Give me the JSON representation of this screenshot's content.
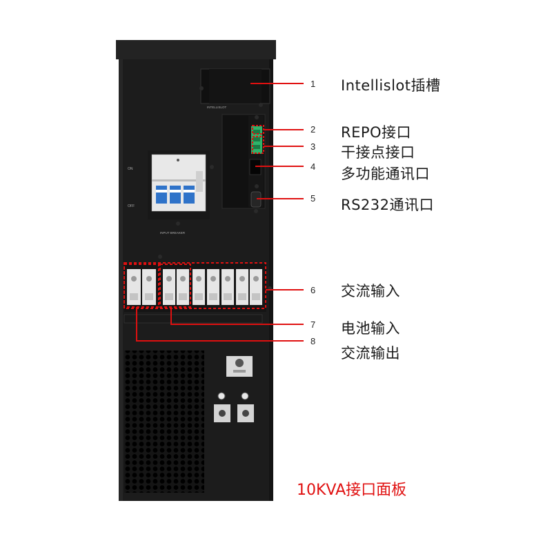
{
  "callouts": [
    {
      "num": "1",
      "label": "Intellislot插槽"
    },
    {
      "num": "2",
      "label": "REPO接口"
    },
    {
      "num": "3",
      "label": "干接点接口"
    },
    {
      "num": "4",
      "label": "多功能通讯口"
    },
    {
      "num": "5",
      "label": "RS232通讯口"
    },
    {
      "num": "6",
      "label": "交流输入"
    },
    {
      "num": "7",
      "label": "电池输入"
    },
    {
      "num": "8",
      "label": "交流输出"
    }
  ],
  "panel_text": {
    "intellislot": "INTELLISLOT",
    "breaker": "INPUT BREAKER",
    "on": "ON",
    "off": "OFF"
  },
  "caption": "10KVA接口面板",
  "colors": {
    "callout_line": "#e01010",
    "cabinet": "#1c1c1c",
    "connector": "#2fb36a",
    "breaker_handle": "#2f73c9"
  }
}
